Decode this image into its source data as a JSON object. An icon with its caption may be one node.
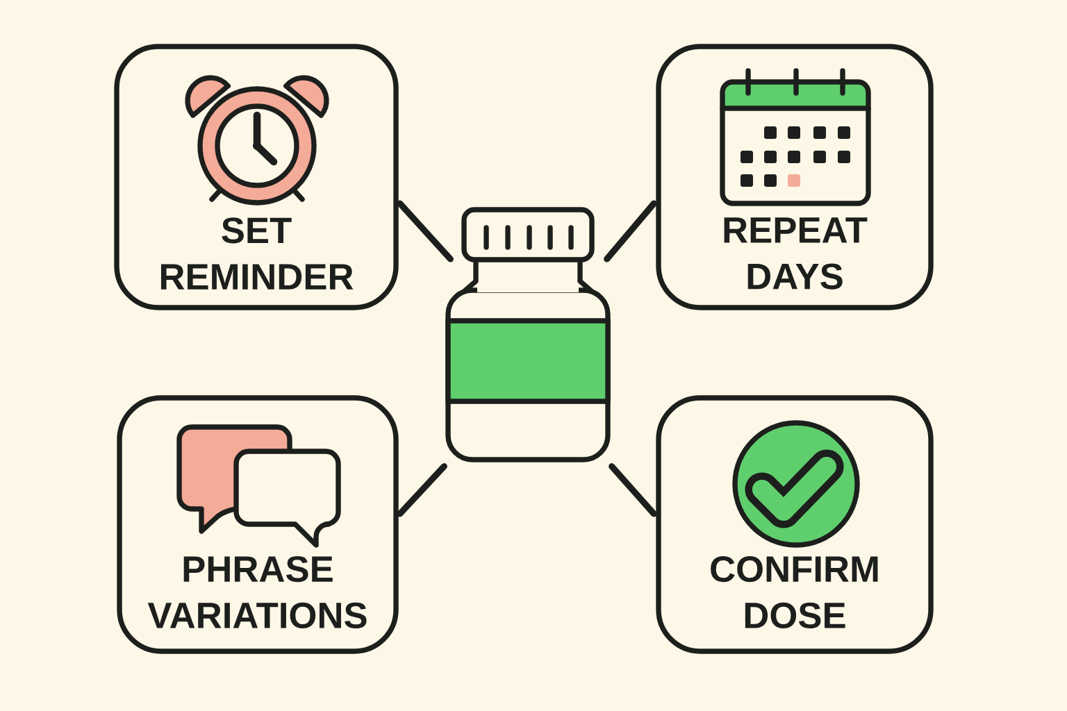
{
  "diagram": {
    "nodes": [
      {
        "text": [
          "SET REMINDER"
        ]
      },
      {
        "text": [
          "REPEAT DAYS"
        ]
      },
      {
        "text": [],
        "shape": "picture"
      },
      {
        "text": [
          "PHRASE VARIATIONS"
        ]
      },
      {
        "text": [
          "CONFIRM DOSE"
        ]
      }
    ],
    "edges": [
      {
        "from": 2,
        "to": 0,
        "arrow": "none"
      },
      {
        "from": 2,
        "to": 1,
        "arrow": "none"
      },
      {
        "from": 2,
        "to": 3,
        "arrow": "none"
      },
      {
        "from": 2,
        "to": 4,
        "arrow": "none"
      }
    ]
  }
}
